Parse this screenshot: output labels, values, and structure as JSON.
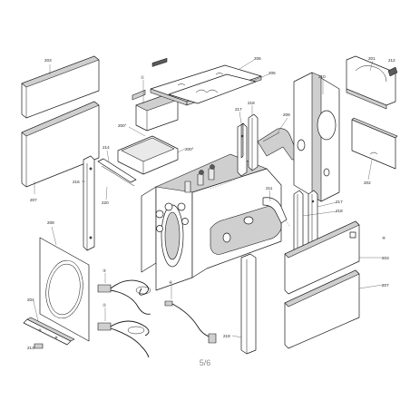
{
  "diagram": {
    "labels": {
      "l203": "203",
      "l207a": "207",
      "l204": "204",
      "l208": "208",
      "l213": "213",
      "l216": "216",
      "l214": "214",
      "l220": "220",
      "l206": "206",
      "l205": "205",
      "l200a": "200°",
      "l200b": "200°",
      "l217a": "217",
      "l218a": "218",
      "l209": "209",
      "l210": "210",
      "l201": "201",
      "l212": "212",
      "l202": "202",
      "l211": "211",
      "l217b": "217",
      "l218b": "218",
      "l203b": "203",
      "l207b": "207",
      "l219": "219",
      "c1": "①",
      "c4": "④",
      "c3": "③",
      "c2": "②"
    },
    "page_number": "5/6"
  }
}
